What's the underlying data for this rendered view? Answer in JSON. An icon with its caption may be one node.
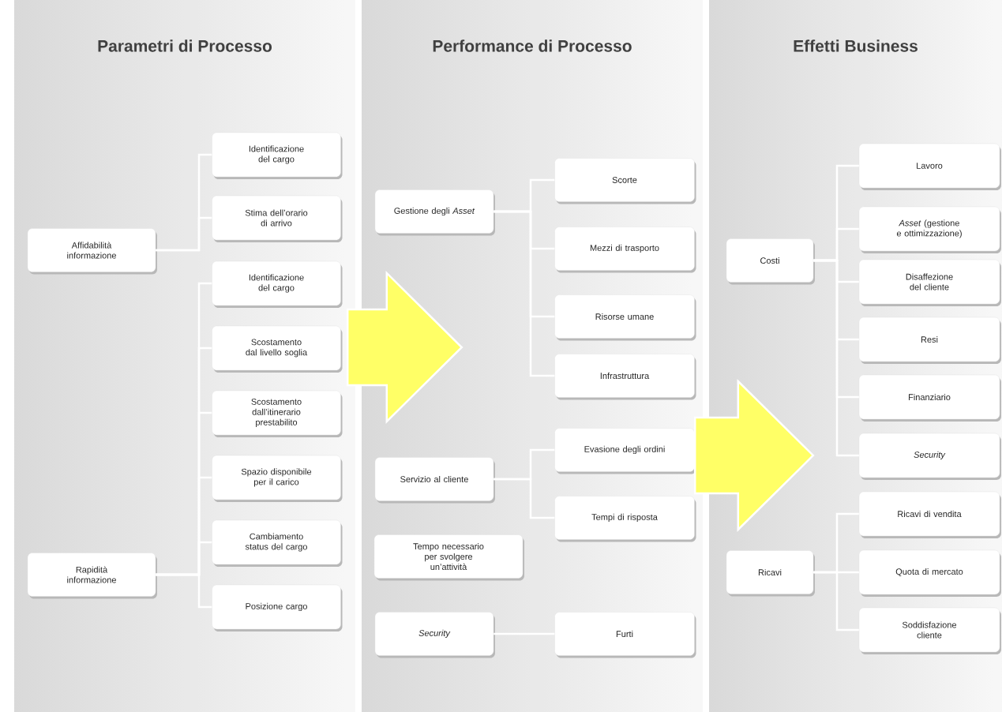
{
  "diagram": {
    "nodes": [
      {
        "text": [
          "Parametri di Processo"
        ]
      },
      {
        "text": [
          "Affidabilità informazione"
        ],
        "in": 0
      },
      {
        "text": [
          "Identificazione del cargo"
        ],
        "in": 0
      },
      {
        "text": [
          "Stima dell’orario di arrivo"
        ],
        "in": 0
      },
      {
        "text": [
          "Rapidità informazione"
        ],
        "in": 0
      },
      {
        "text": [
          "Identificazione del cargo"
        ],
        "in": 0
      },
      {
        "text": [
          "Scostamento dal livello soglia"
        ],
        "in": 0
      },
      {
        "text": [
          "Scostamento dall’itinerario prestabilito"
        ],
        "in": 0
      },
      {
        "text": [
          "Spazio disponibile per il carico"
        ],
        "in": 0
      },
      {
        "text": [
          "Cambiamento status del cargo"
        ],
        "in": 0
      },
      {
        "text": [
          "Posizione cargo"
        ],
        "in": 0
      },
      {
        "text": [
          "Performance di Processo"
        ]
      },
      {
        "text": [
          "Gestione degli *Asset*"
        ],
        "in": 11
      },
      {
        "text": [
          "Scorte"
        ],
        "in": 11
      },
      {
        "text": [
          "Mezzi di trasporto"
        ],
        "in": 11
      },
      {
        "text": [
          "Risorse umane"
        ],
        "in": 11
      },
      {
        "text": [
          "Infrastruttura"
        ],
        "in": 11
      },
      {
        "text": [
          "Servizio al cliente"
        ],
        "in": 11
      },
      {
        "text": [
          "Evasione degli ordini"
        ],
        "in": 11
      },
      {
        "text": [
          "Tempi di risposta"
        ],
        "in": 11
      },
      {
        "text": [
          "Tempo necessario per svolgere un’attività"
        ],
        "in": 11
      },
      {
        "text": [
          "Security"
        ],
        "in": 11
      },
      {
        "text": [
          "Furti"
        ],
        "in": 11
      },
      {
        "text": [
          "Effetti Business"
        ]
      },
      {
        "text": [
          "Costi"
        ],
        "in": 23
      },
      {
        "text": [
          "Lavoro"
        ],
        "in": 23
      },
      {
        "text": [
          "*Asset* (gestione e ottimizzazione)"
        ],
        "in": 23
      },
      {
        "text": [
          "Disaffezione del cliente"
        ],
        "in": 23
      },
      {
        "text": [
          "Resi"
        ],
        "in": 23
      },
      {
        "text": [
          "Finanziario"
        ],
        "in": 23
      },
      {
        "text": [
          "Security"
        ],
        "in": 23
      },
      {
        "text": [
          "Ricavi"
        ],
        "in": 23
      },
      {
        "text": [
          "Ricavi di vendita"
        ],
        "in": 23
      },
      {
        "text": [
          "Quota di mercato"
        ],
        "in": 23
      },
      {
        "text": [
          "Soddisfazione cliente"
        ],
        "in": 23
      }
    ],
    "edges": [
      {
        "from": 1,
        "to": 2,
        "arrow": "none"
      },
      {
        "from": 1,
        "to": 3,
        "arrow": "none"
      },
      {
        "from": 4,
        "to": 5,
        "arrow": "none"
      },
      {
        "from": 4,
        "to": 6,
        "arrow": "none"
      },
      {
        "from": 4,
        "to": 7,
        "arrow": "none"
      },
      {
        "from": 4,
        "to": 8,
        "arrow": "none"
      },
      {
        "from": 4,
        "to": 9,
        "arrow": "none"
      },
      {
        "from": 4,
        "to": 10,
        "arrow": "none"
      },
      {
        "from": 12,
        "to": 13,
        "arrow": "none"
      },
      {
        "from": 12,
        "to": 14,
        "arrow": "none"
      },
      {
        "from": 12,
        "to": 15,
        "arrow": "none"
      },
      {
        "from": 12,
        "to": 16,
        "arrow": "none"
      },
      {
        "from": 17,
        "to": 18,
        "arrow": "none"
      },
      {
        "from": 17,
        "to": 19,
        "arrow": "none"
      },
      {
        "from": 21,
        "to": 22,
        "arrow": "none"
      },
      {
        "from": 24,
        "to": 25,
        "arrow": "none"
      },
      {
        "from": 24,
        "to": 26,
        "arrow": "none"
      },
      {
        "from": 24,
        "to": 27,
        "arrow": "none"
      },
      {
        "from": 24,
        "to": 28,
        "arrow": "none"
      },
      {
        "from": 24,
        "to": 29,
        "arrow": "none"
      },
      {
        "from": 24,
        "to": 30,
        "arrow": "none"
      },
      {
        "from": 31,
        "to": 32,
        "arrow": "none"
      },
      {
        "from": 31,
        "to": 33,
        "arrow": "none"
      },
      {
        "from": 31,
        "to": 34,
        "arrow": "none"
      },
      {
        "from": 0,
        "to": 11,
        "arrow": "to",
        "style": "thick",
        "color": "#ffff66"
      },
      {
        "from": 11,
        "to": 23,
        "arrow": "to",
        "style": "thick",
        "color": "#ffff66"
      }
    ]
  }
}
